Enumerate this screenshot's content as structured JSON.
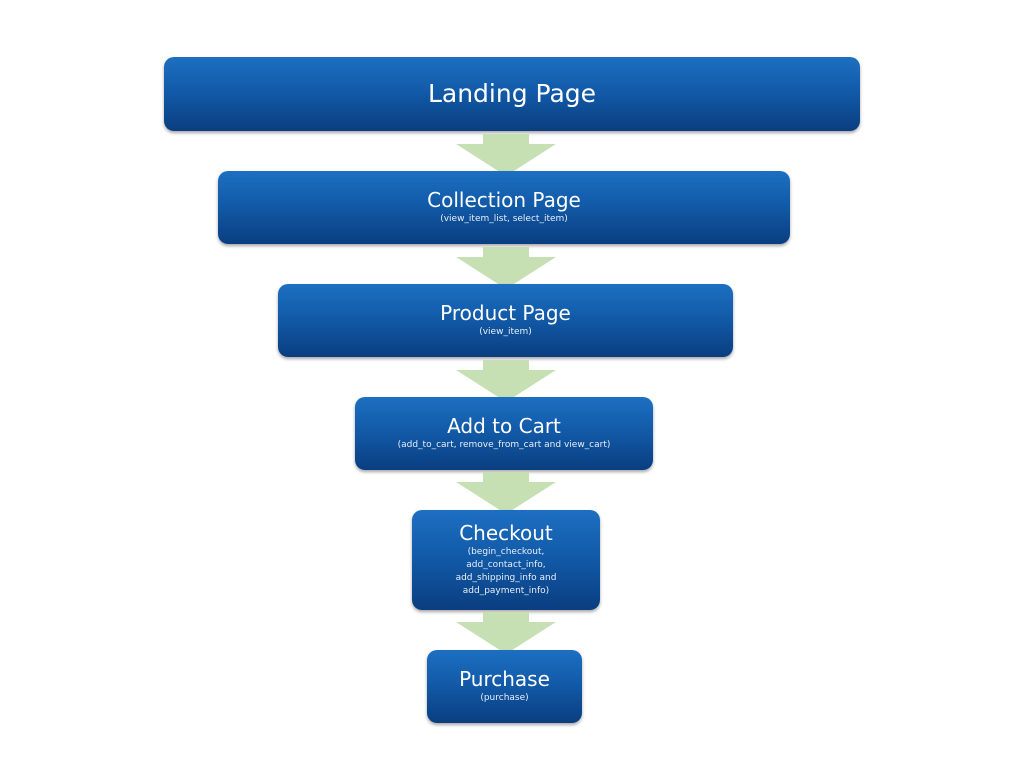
{
  "diagram": {
    "stages": [
      {
        "title": "Landing Page",
        "subtitle": ""
      },
      {
        "title": "Collection Page",
        "subtitle": "(view_item_list, select_item)"
      },
      {
        "title": "Product Page",
        "subtitle": "(view_item)"
      },
      {
        "title": "Add to Cart",
        "subtitle": "(add_to_cart, remove_from_cart and view_cart)"
      },
      {
        "title": "Checkout",
        "subtitle": "(begin_checkout,\nadd_contact_info,\nadd_shipping_info and\nadd_payment_info)"
      },
      {
        "title": "Purchase",
        "subtitle": "(purchase)"
      }
    ],
    "colors": {
      "box_top": "#1d6fc2",
      "box_bottom": "#0a3e80",
      "arrow": "#c6e0b4",
      "text": "#ffffff"
    }
  }
}
